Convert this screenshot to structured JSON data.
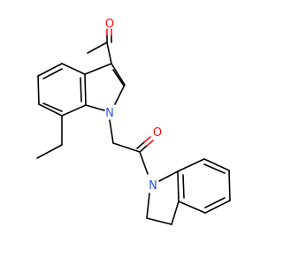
{
  "molecule": {
    "atoms": {
      "ketone_oxygen": {
        "symbol": "O",
        "color": "#ff0d0d"
      },
      "amide_oxygen": {
        "symbol": "O",
        "color": "#ff0d0d"
      },
      "indole_nitrogen": {
        "symbol": "N",
        "color": "#3050f8"
      },
      "indoline_nitrogen": {
        "symbol": "N",
        "color": "#3050f8"
      }
    },
    "bond_color": "#000000"
  }
}
